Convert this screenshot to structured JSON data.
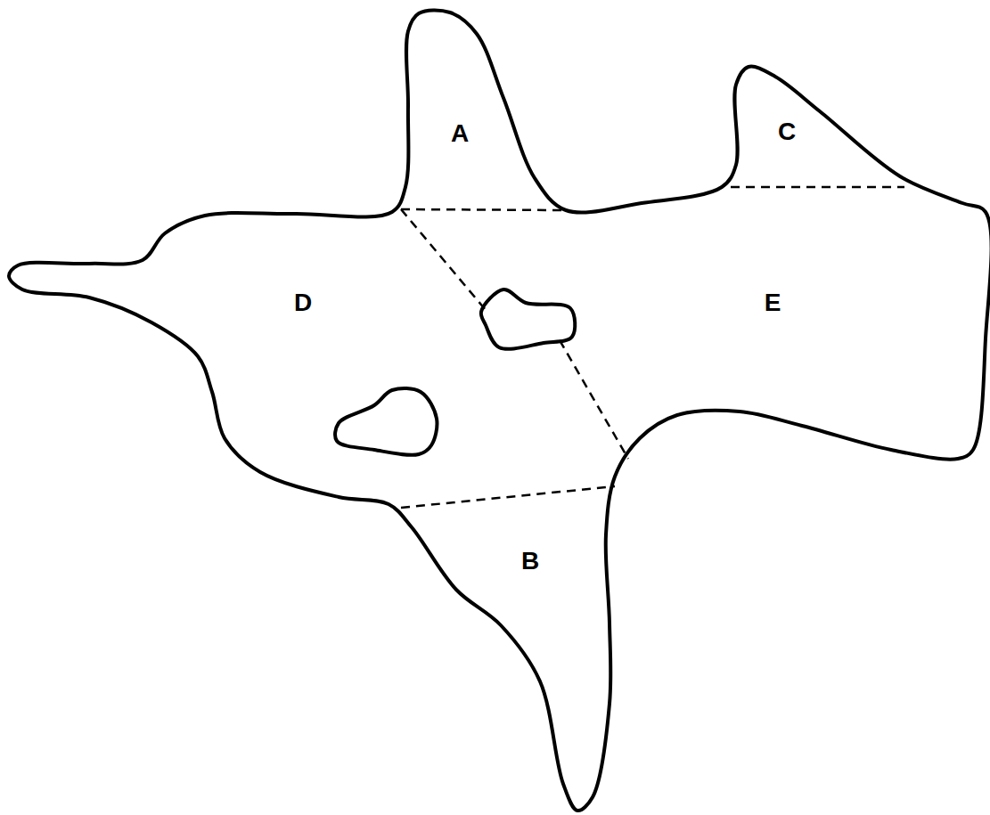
{
  "diagram": {
    "labels": [
      "A",
      "C",
      "D",
      "E",
      "B"
    ]
  }
}
